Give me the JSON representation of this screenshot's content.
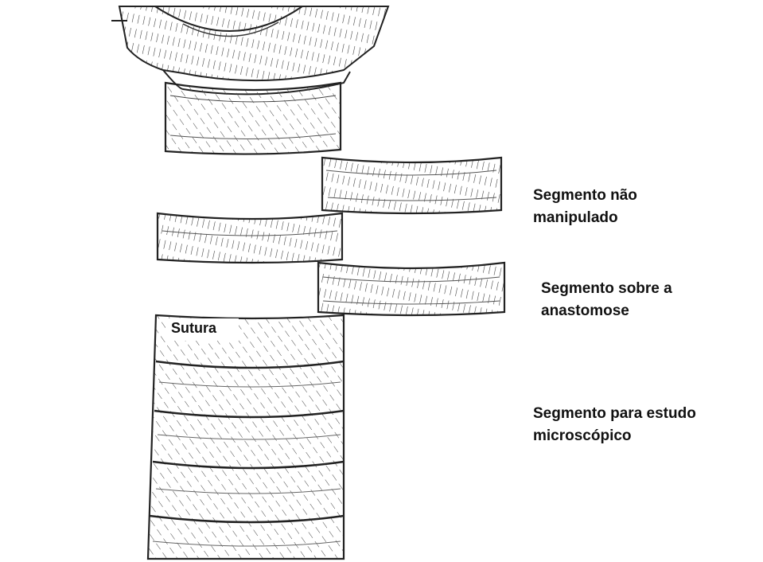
{
  "labels": {
    "segmento_nao_manipulado": [
      "Segmento não",
      "manipulado"
    ],
    "segmento_anastomose": [
      "Segmento sobre a",
      "anastomose"
    ],
    "segmento_microscopico": [
      "Segmento para estudo",
      "microscópico"
    ],
    "sutura": "Sutura"
  },
  "colors": {
    "ink": "#222222",
    "background": "#ffffff"
  }
}
